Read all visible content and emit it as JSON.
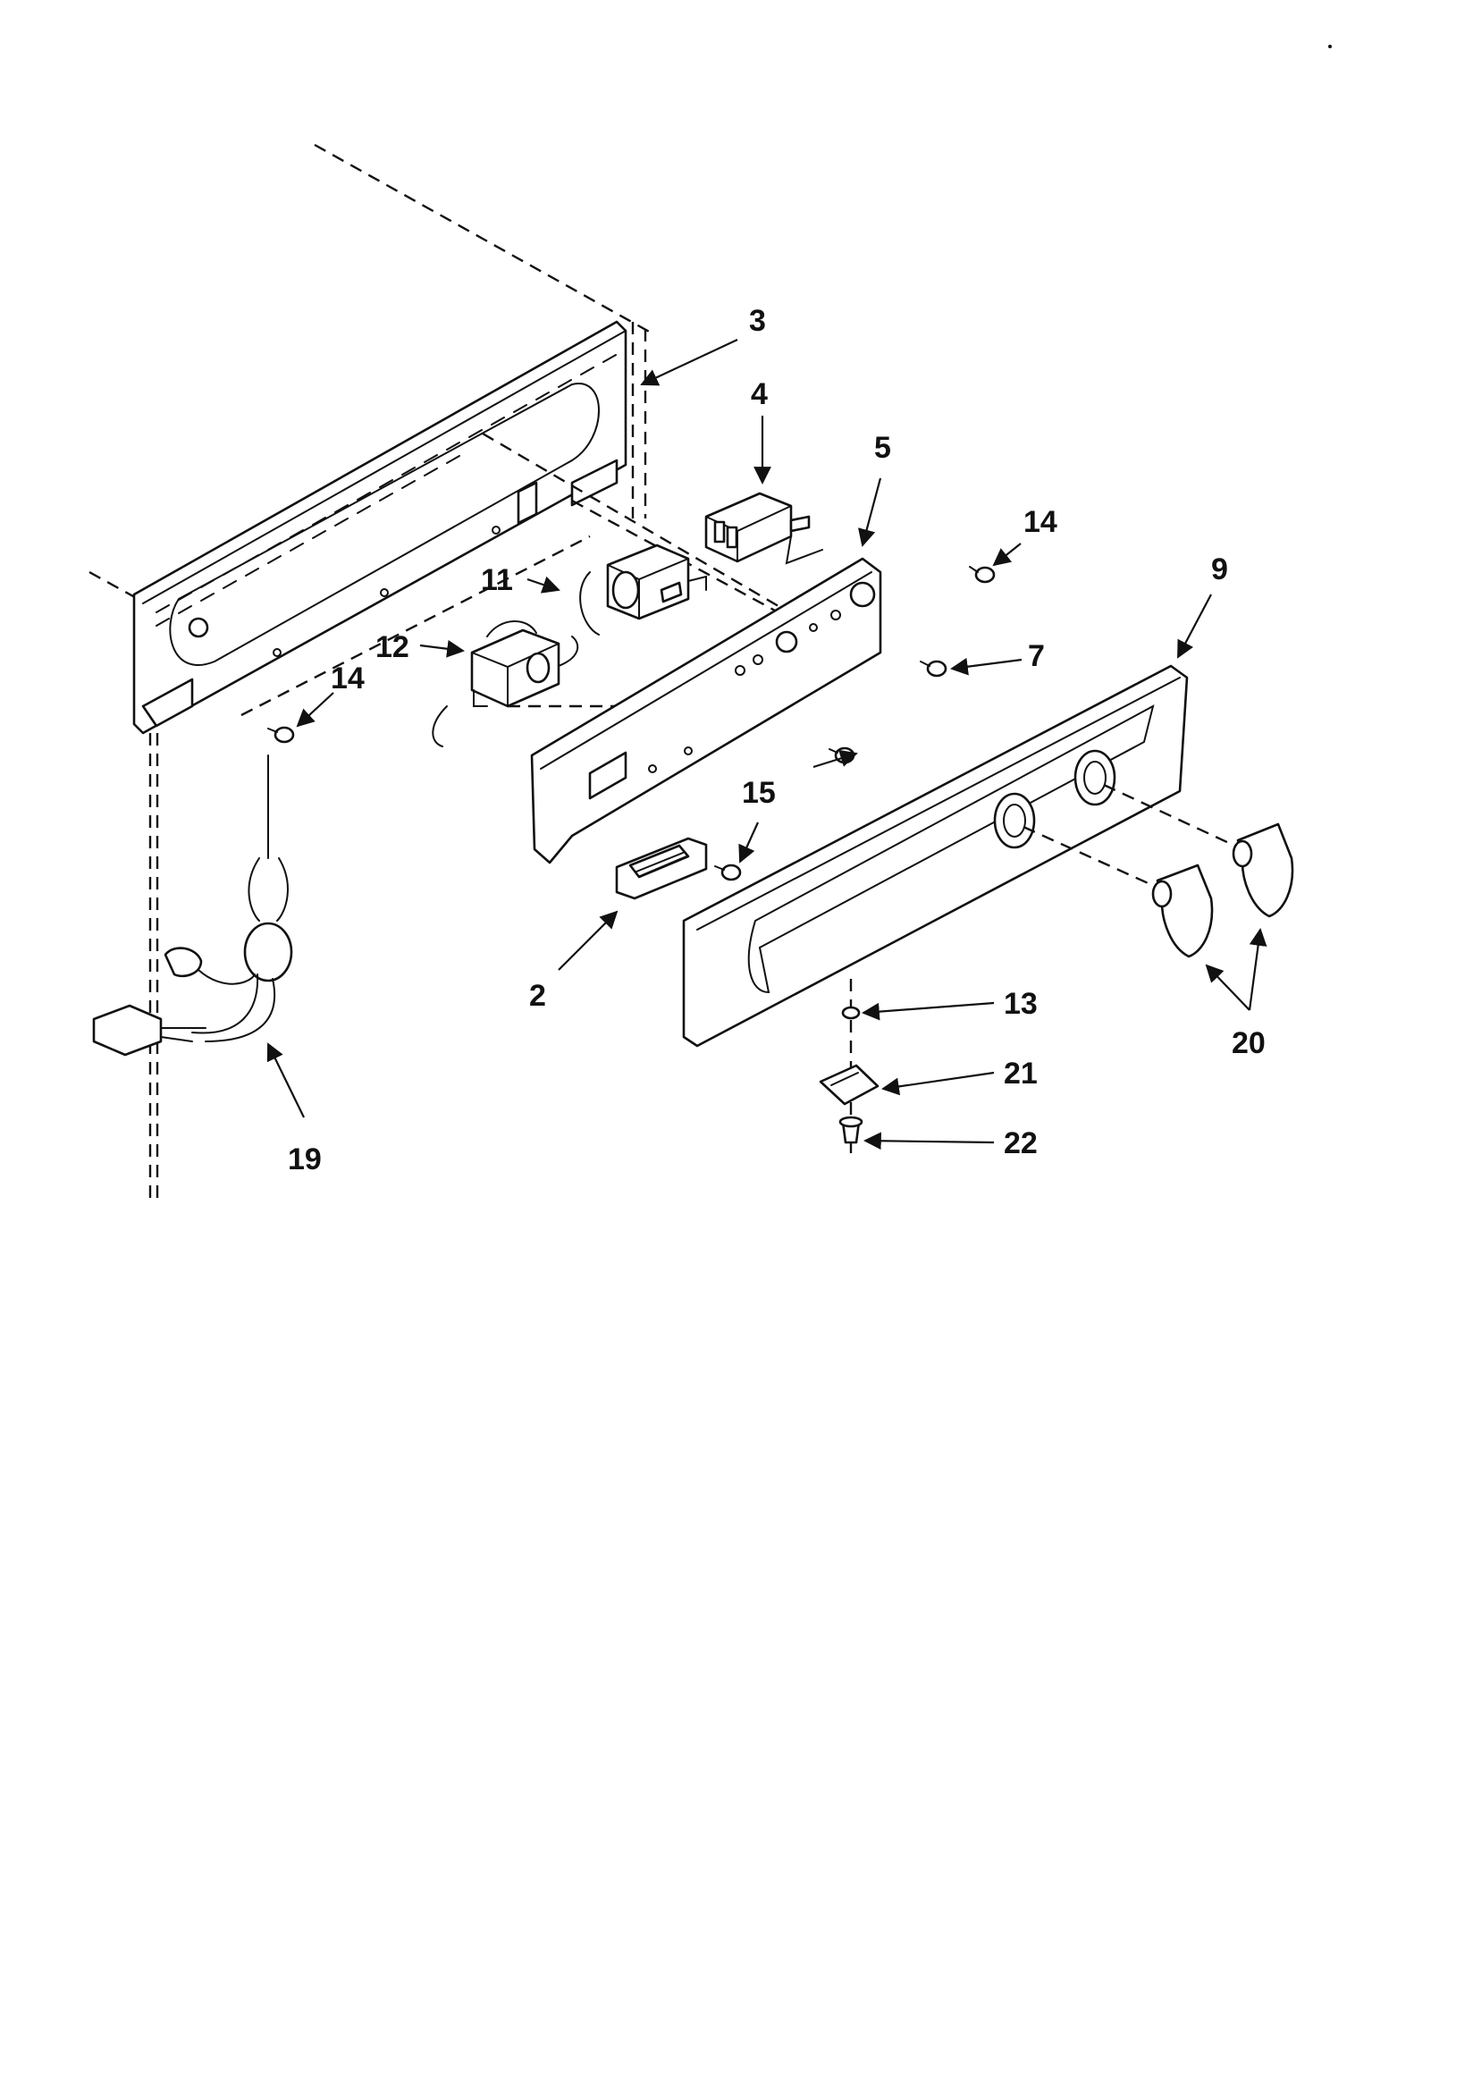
{
  "callouts": {
    "c3": "3",
    "c4": "4",
    "c5": "5",
    "c14a": "14",
    "c9": "9",
    "c11": "11",
    "c7": "7",
    "c12": "12",
    "c14b": "14",
    "c15": "15",
    "c2": "2",
    "c13": "13",
    "c20": "20",
    "c21": "21",
    "c22": "22",
    "c19": "19"
  }
}
